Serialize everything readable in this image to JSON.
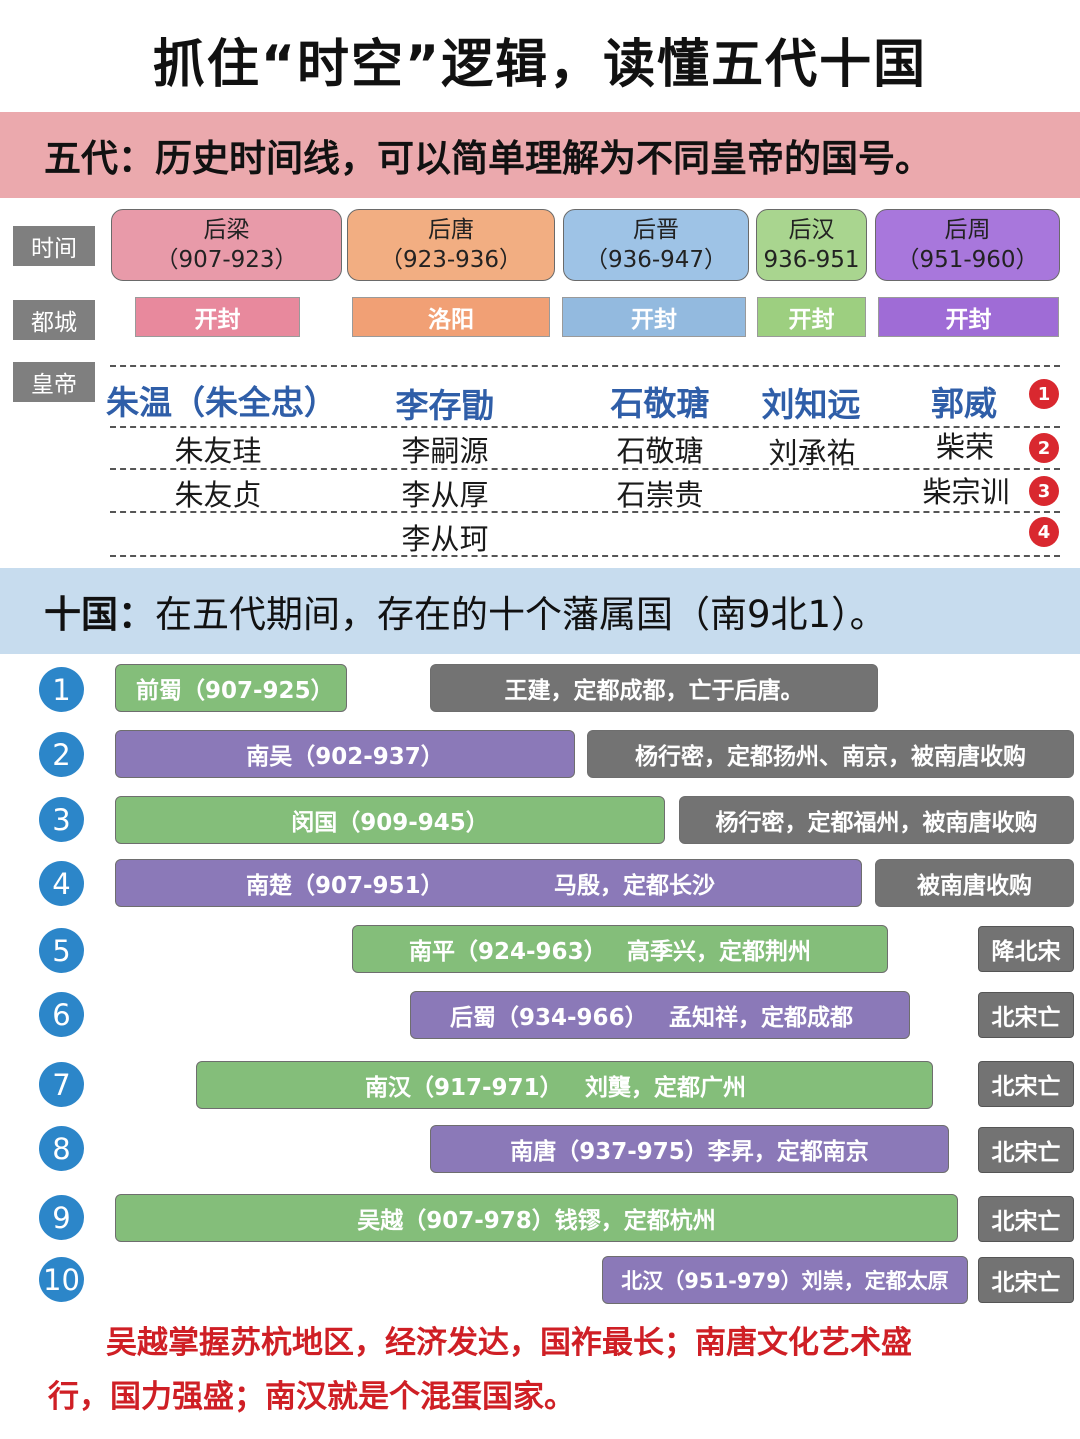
{
  "title": "抓住“时空”逻辑，读懂五代十国",
  "five_dynasties": {
    "heading": "五代：历史时间线，可以简单理解为不同皇帝的国号。",
    "row_labels": {
      "time": "时间",
      "capital": "都城",
      "emperor": "皇帝"
    },
    "dynasties": [
      {
        "name": "后梁",
        "years": "（907-923）",
        "capital": "开封",
        "color": "#e89aa9",
        "cap_color": "#e8899d"
      },
      {
        "name": "后唐",
        "years": "（923-936）",
        "capital": "洛阳",
        "color": "#f2ae82",
        "cap_color": "#f1a075"
      },
      {
        "name": "后晋",
        "years": "（936-947）",
        "capital": "开封",
        "color": "#9ec3e6",
        "cap_color": "#93badf"
      },
      {
        "name": "后汉",
        "years": "936-951",
        "capital": "开封",
        "color": "#a9d58f",
        "cap_color": "#9dcf80"
      },
      {
        "name": "后周",
        "years": "（951-960）",
        "capital": "开封",
        "color": "#a877dc",
        "cap_color": "#9f6cd6"
      }
    ],
    "emperors": {
      "row1": [
        "朱温（朱全忠）",
        "李存勖",
        "石敬瑭",
        "刘知远",
        "郭威"
      ],
      "row2": [
        "朱友珪",
        "李嗣源",
        "石敬瑭",
        "刘承祐",
        "柴荣"
      ],
      "row3": [
        "朱友贞",
        "李从厚",
        "石崇贵",
        "柴宗训"
      ],
      "row4": [
        "李从珂"
      ]
    },
    "row_badges": [
      "1",
      "2",
      "3",
      "4"
    ]
  },
  "ten_kingdoms": {
    "heading_lead": "十国：",
    "heading_rest": "在五代期间，存在的十个藩属国（南9北1）。",
    "kingdoms": [
      {
        "num": "1",
        "label": "前蜀（907-925）",
        "note": "王建，定都成都，亡于后唐。"
      },
      {
        "num": "2",
        "label": "南吴（902-937）",
        "note": "杨行密，定都扬州、南京，被南唐收购"
      },
      {
        "num": "3",
        "label": "闵国（909-945）",
        "note": "杨行密，定都福州，被南唐收购"
      },
      {
        "num": "4",
        "label": "南楚（907-951）",
        "detail": "马殷，定都长沙",
        "note": "被南唐收购"
      },
      {
        "num": "5",
        "label": "南平（924-963）",
        "detail": "高季兴，定都荆州",
        "end": "降北宋"
      },
      {
        "num": "6",
        "label": "后蜀（934-966）",
        "detail": "孟知祥，定都成都",
        "end": "北宋亡"
      },
      {
        "num": "7",
        "label": "南汉（917-971）",
        "detail": "刘龑，定都广州",
        "end": "北宋亡"
      },
      {
        "num": "8",
        "label": "南唐（937-975）李昇，定都南京",
        "end": "北宋亡"
      },
      {
        "num": "9",
        "label": "吴越（907-978）钱镠，定都杭州",
        "end": "北宋亡"
      },
      {
        "num": "10",
        "label": "北汉（951-979）刘崇，定都太原",
        "end": "北宋亡"
      }
    ]
  },
  "footer": {
    "line1": "吴越掌握苏杭地区，经济发达，国祚最长；南唐文化艺术盛",
    "line2": "行，国力强盛；南汉就是个混蛋国家。"
  },
  "colors": {
    "green_bar": "#84be7a",
    "purple_bar": "#8b79b8",
    "note_bar": "#737373",
    "badge_red": "#d9282f",
    "badge_blue": "#2c86c9",
    "footer_red": "#cf1f25"
  }
}
